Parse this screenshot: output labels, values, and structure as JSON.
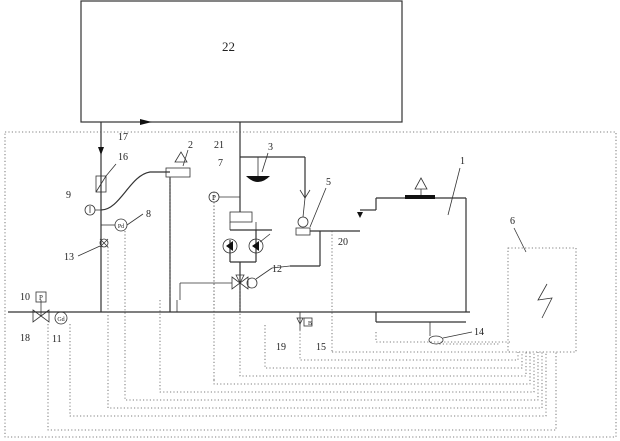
{
  "diagram": {
    "labels": {
      "l1": "1",
      "l2": "2",
      "l3": "3",
      "l5": "5",
      "l6": "6",
      "l7": "7",
      "l8": "8",
      "l9": "9",
      "l10": "10",
      "l11": "11",
      "l12": "12",
      "l13": "13",
      "l14": "14",
      "l15": "15",
      "l16": "16",
      "l17": "17",
      "l18": "18",
      "l19": "19",
      "l20": "20",
      "l21": "21",
      "l22": "22"
    },
    "symbols": {
      "p_gauge_7": "P",
      "p_gauge_10": "P",
      "flow_meter_11": "Gd",
      "meter_8": "Pd",
      "sensor_15": "B"
    }
  }
}
